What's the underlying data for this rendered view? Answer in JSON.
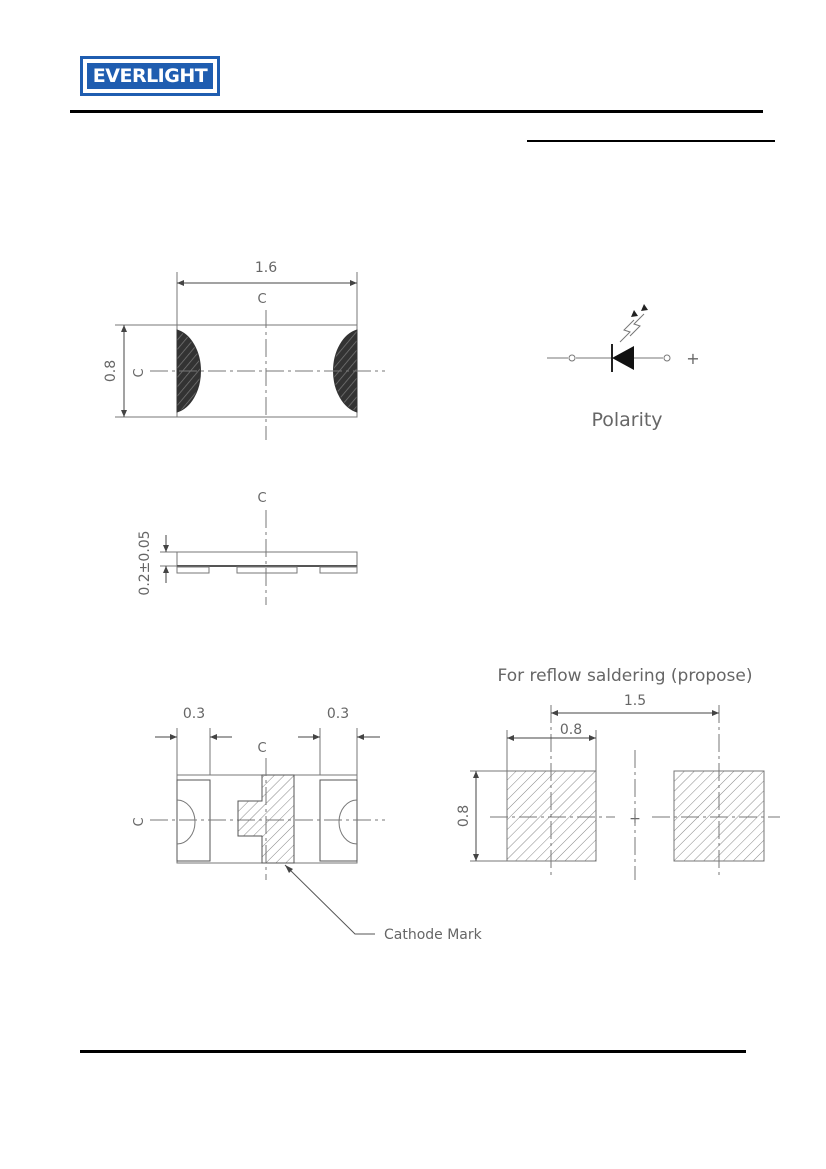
{
  "brand": {
    "logo_text": "EVERLIGHT"
  },
  "top_view": {
    "width_dim": "1.6",
    "height_dim": "0.8",
    "centerline": "C"
  },
  "side_view": {
    "thickness_dim": "0.2±0.05",
    "centerline": "C"
  },
  "bottom_view": {
    "left_pad_dim": "0.3",
    "right_pad_dim": "0.3",
    "centerline": "C",
    "cathode_label": "Cathode Mark"
  },
  "polarity": {
    "label": "Polarity",
    "plus_sign": "+"
  },
  "footprint": {
    "title": "For reflow saldering (propose)",
    "pitch_dim": "1.5",
    "pad_width_dim": "0.8",
    "pad_height_dim": "0.8"
  },
  "colors": {
    "logo_blue": "#1f5db0",
    "line": "#666666"
  }
}
